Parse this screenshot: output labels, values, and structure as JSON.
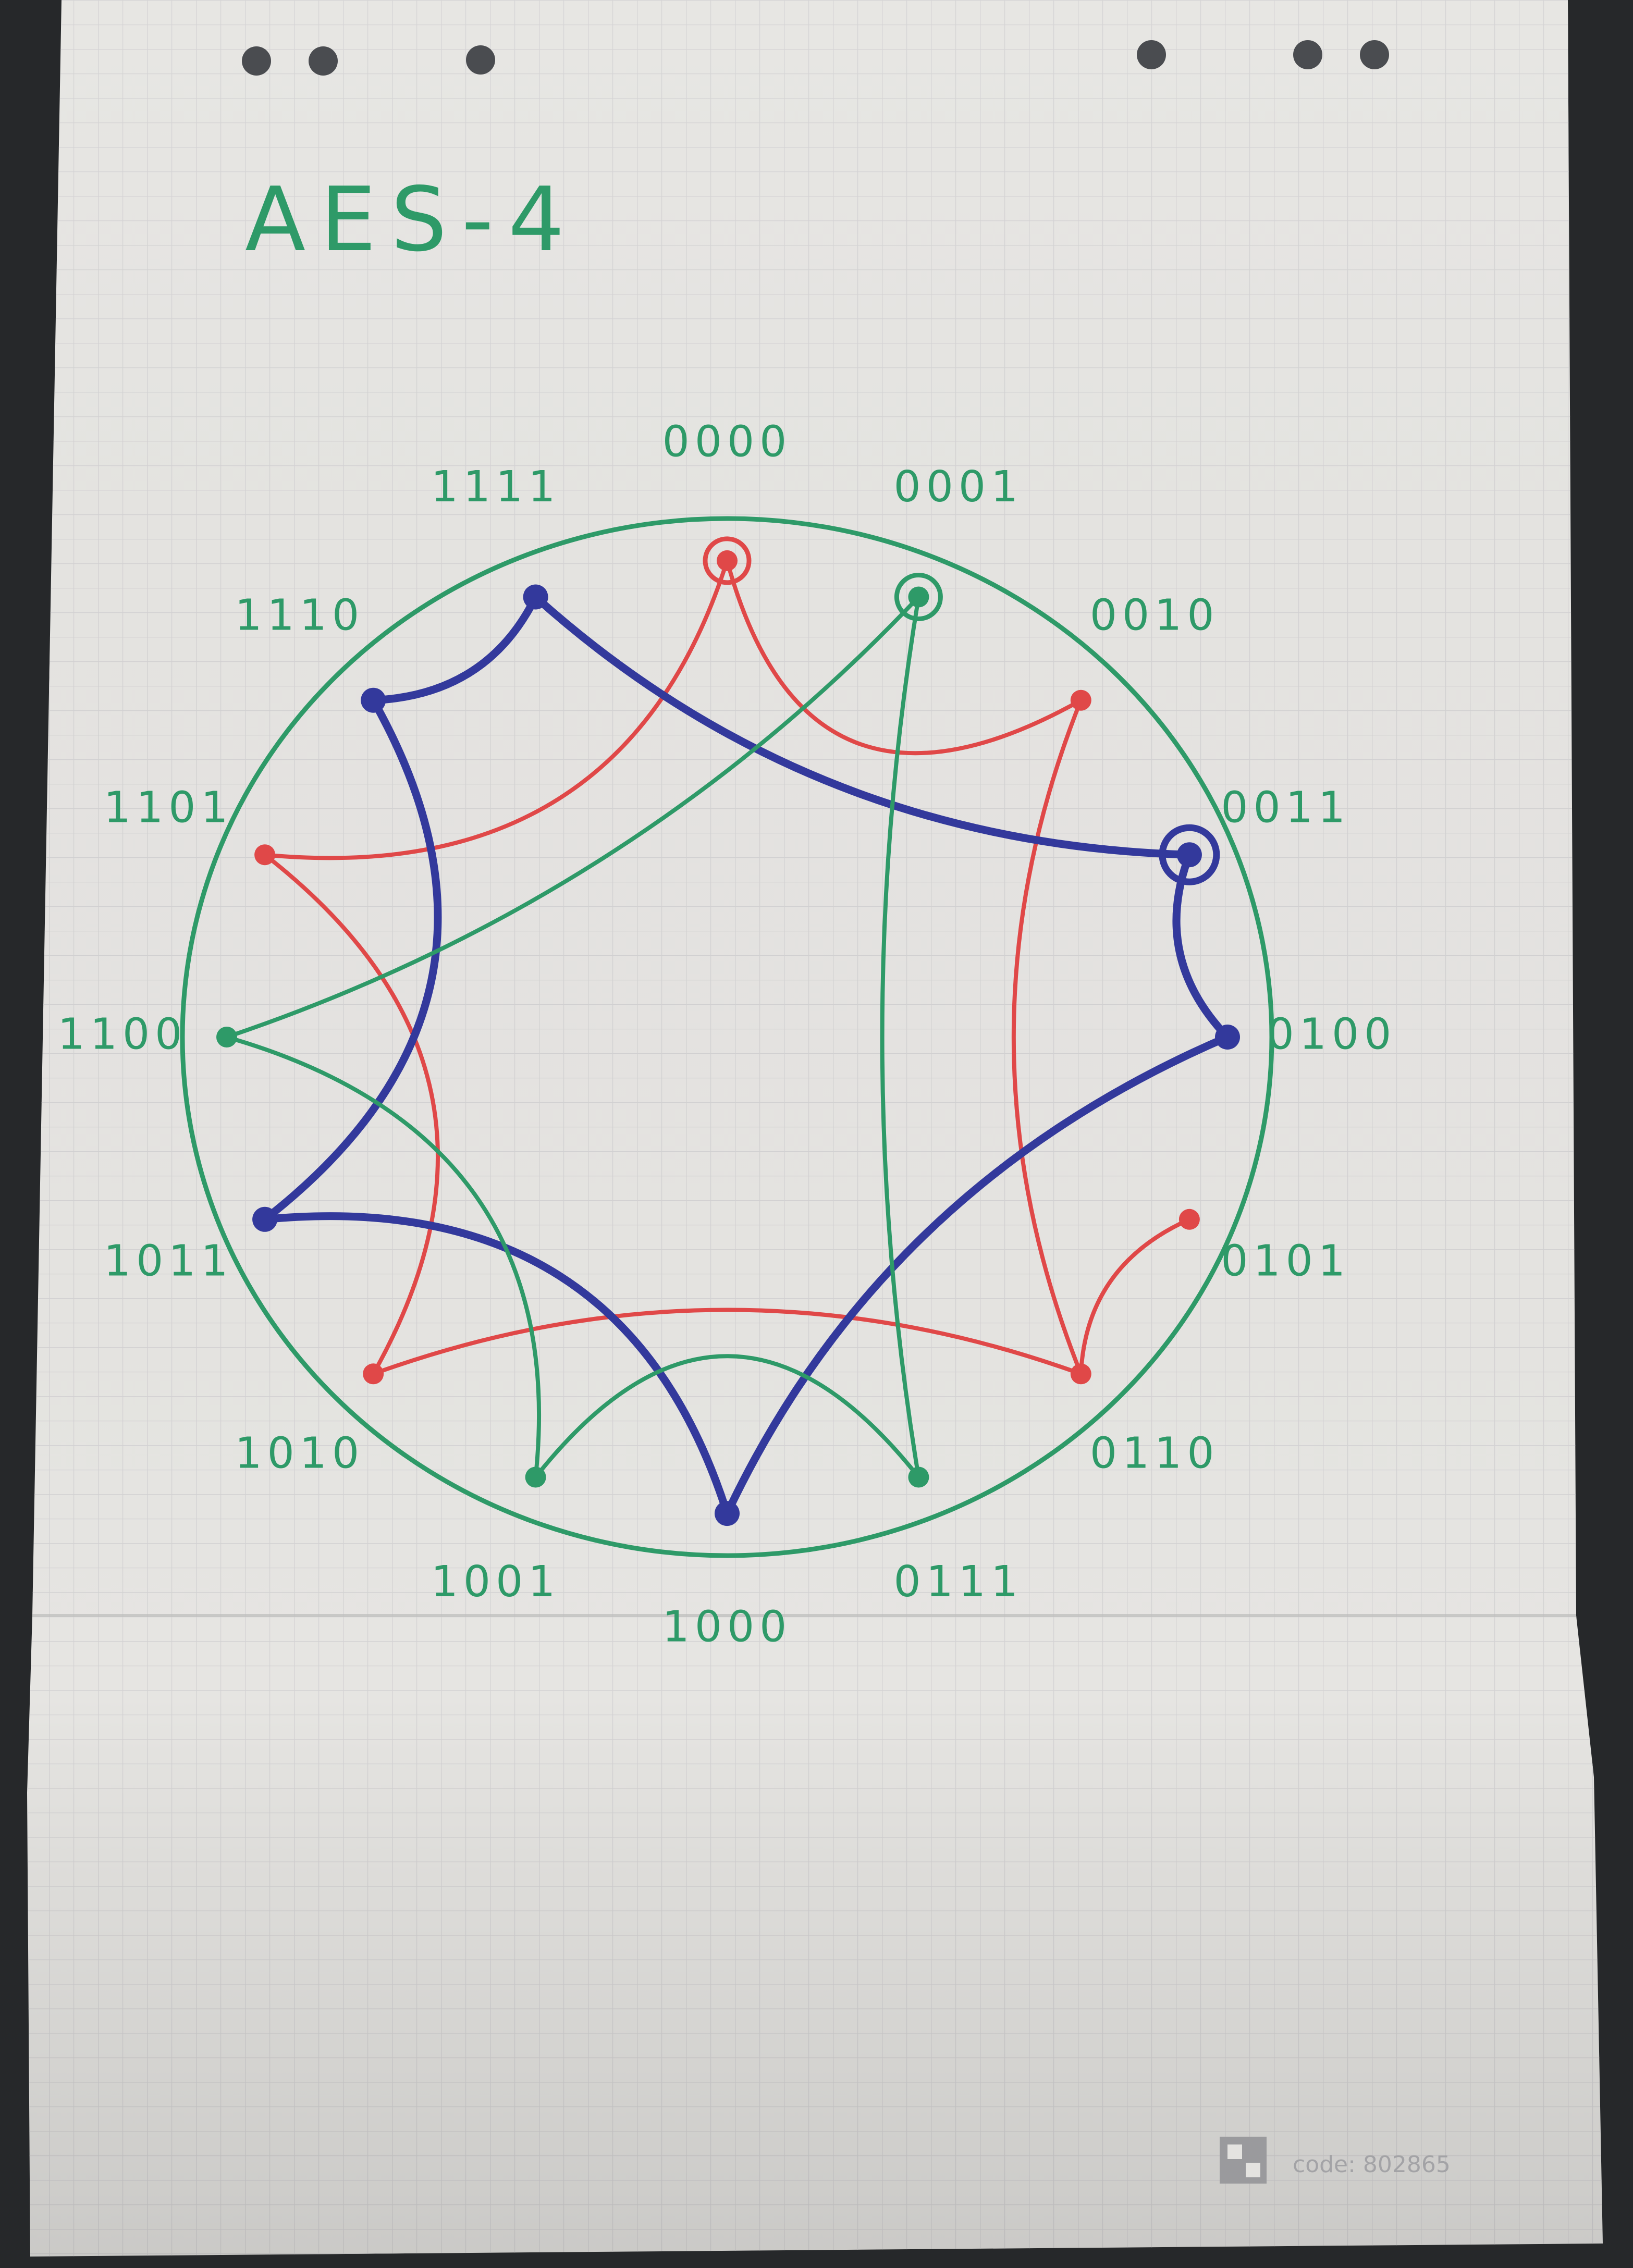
{
  "title": "AES-4",
  "nodes": [
    {
      "label": "0000",
      "color": "red",
      "marked": true
    },
    {
      "label": "0001",
      "color": "green",
      "marked": true
    },
    {
      "label": "0010",
      "color": "red",
      "marked": false
    },
    {
      "label": "0011",
      "color": "blue",
      "marked": true
    },
    {
      "label": "0100",
      "color": "blue",
      "marked": false
    },
    {
      "label": "0101",
      "color": "red",
      "marked": false
    },
    {
      "label": "0110",
      "color": "red",
      "marked": false
    },
    {
      "label": "0111",
      "color": "green",
      "marked": false
    },
    {
      "label": "1000",
      "color": "blue",
      "marked": false
    },
    {
      "label": "1001",
      "color": "green",
      "marked": false
    },
    {
      "label": "1010",
      "color": "red",
      "marked": false
    },
    {
      "label": "1011",
      "color": "blue",
      "marked": false
    },
    {
      "label": "1100",
      "color": "green",
      "marked": false
    },
    {
      "label": "1101",
      "color": "red",
      "marked": false
    },
    {
      "label": "1110",
      "color": "blue",
      "marked": false
    },
    {
      "label": "1111",
      "color": "blue",
      "marked": false
    }
  ],
  "edges": [
    {
      "from": "0000",
      "to": "0010",
      "color": "red"
    },
    {
      "from": "0000",
      "to": "1101",
      "color": "red"
    },
    {
      "from": "0010",
      "to": "0110",
      "color": "red"
    },
    {
      "from": "1101",
      "to": "1010",
      "color": "red"
    },
    {
      "from": "1010",
      "to": "0110",
      "color": "red"
    },
    {
      "from": "0101",
      "to": "0110",
      "color": "red"
    },
    {
      "from": "1111",
      "to": "1110",
      "color": "blue"
    },
    {
      "from": "1111",
      "to": "0011",
      "color": "blue"
    },
    {
      "from": "0011",
      "to": "0100",
      "color": "blue"
    },
    {
      "from": "1110",
      "to": "1011",
      "color": "blue"
    },
    {
      "from": "1011",
      "to": "1000",
      "color": "blue"
    },
    {
      "from": "0100",
      "to": "1000",
      "color": "blue"
    },
    {
      "from": "0001",
      "to": "1100",
      "color": "green"
    },
    {
      "from": "0001",
      "to": "0111",
      "color": "green"
    },
    {
      "from": "1100",
      "to": "1001",
      "color": "green"
    },
    {
      "from": "1001",
      "to": "0111",
      "color": "green"
    }
  ],
  "colors": {
    "red": "#e04848",
    "blue": "#33399c",
    "green": "#2e9a68",
    "paper": "#e6e5e2",
    "grid": "#d6d5d6",
    "background": "#26282a"
  },
  "footer": {
    "code": "code: 802865"
  }
}
